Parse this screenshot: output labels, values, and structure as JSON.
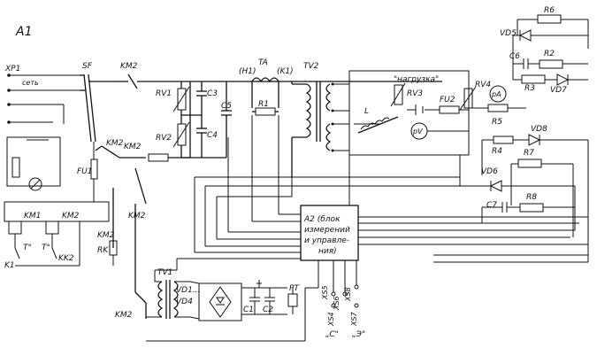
{
  "labels": {
    "a1": "A1",
    "xp1": "XP1",
    "set": "сеть",
    "sf": "SF",
    "km2_top": "KM2",
    "km2_mid": "KM2",
    "km2_left": "KM2",
    "km2_v": "KM2",
    "km2_bot": "KM2",
    "km2_side": "KM2",
    "fu1": "FU1",
    "km1": "KM1",
    "km2_coil": "KM2",
    "k1": "K1",
    "kk2": "KK2",
    "t1": "T°",
    "t2": "T°",
    "rk": "RK",
    "rv1": "RV1",
    "rv2": "RV2",
    "c3": "C3",
    "c4": "C4",
    "c5": "C5",
    "h1": "(H1)",
    "ta": "TA",
    "k1p": "(K1)",
    "r1": "R1",
    "tv2": "TV2",
    "load": "\"нагрузка\"",
    "rv3": "RV3",
    "rv4": "RV4",
    "l": "L",
    "fu2": "FU2",
    "pa": "pA",
    "pv": "pV",
    "r5": "R5",
    "r6": "R6",
    "vd5": "VD5",
    "c6": "C6",
    "r2": "R2",
    "r3": "R3",
    "vd7": "VD7",
    "r4": "R4",
    "vd8": "VD8",
    "vd6": "VD6",
    "r7": "R7",
    "c7": "C7",
    "r8": "R8",
    "a2_1": "A2 (блок",
    "a2_2": "измерений",
    "a2_3": "и управле-",
    "a2_4": "ния)",
    "tv1": "TV1",
    "vd1": "VD1...",
    "vd4": "VD4",
    "c1": "C1",
    "c2": "C2",
    "pt": "PT",
    "xs5": "XS5",
    "xs6": "XS6",
    "xs8": "XS8",
    "xs4": "XS4",
    "xs7": "XS7",
    "c_q": "„C\"",
    "e_q": "„Э\""
  }
}
